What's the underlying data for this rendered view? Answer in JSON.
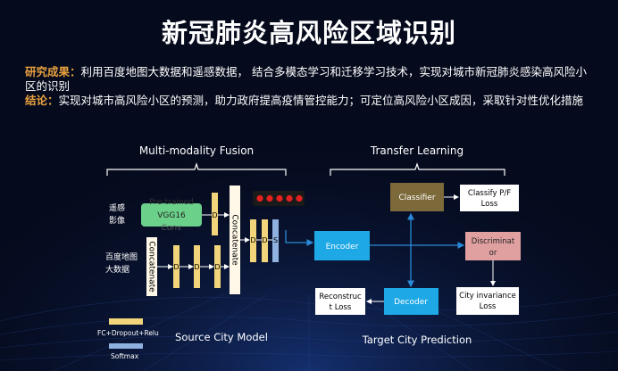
{
  "title": "新冠肺炎高风险区域识别",
  "research": {
    "label": "研究成果：",
    "text": "利用百度地图大数据和遥感数据，  结合多模态学习和迁移学习技术，实现对城市新冠肺炎感染高风险小区的识别"
  },
  "conclusion": {
    "label": "结论：",
    "text": "实现对城市高风险小区的预测，助力政府提高疫情管控能力；可定位高风险小区成因，采取针对性优化措施"
  },
  "diagram": {
    "fusion_title": "Multi-modality Fusion",
    "transfer_title": "Transfer Learning",
    "remote_sensing": [
      "遥感",
      "影像"
    ],
    "baidu_data": [
      "百度地图",
      "大数据"
    ],
    "vgg": [
      "Pre-trained",
      "VGG16",
      "Conv"
    ],
    "concatenate": "Concatenate",
    "d_label": "D",
    "s_label": "S",
    "encoder": "Encoder",
    "classifier": "Classifier",
    "classify_loss": [
      "Classify P/F",
      "Loss"
    ],
    "discriminator": [
      "Discriminat",
      "or"
    ],
    "decoder": "Decoder",
    "reconstruct_loss": [
      "Reconstruc",
      "t Loss"
    ],
    "city_invariance_loss": [
      "City invariance",
      "Loss"
    ],
    "legend_fc": "FC+Dropout+Relu",
    "legend_softmax": "Softmax",
    "source_model": "Source City Model",
    "target_prediction": "Target City Prediction"
  },
  "colors": {
    "accent_label": "#e8a040",
    "yellow_block": "#f2d57a",
    "blue_block": "#8eb1e0",
    "encoder": "#1ea8e6",
    "classifier": "#7d6a3a",
    "discriminator": "#e0a0a0",
    "red_dots": "#e62020",
    "vgg": "#6bd08a"
  }
}
